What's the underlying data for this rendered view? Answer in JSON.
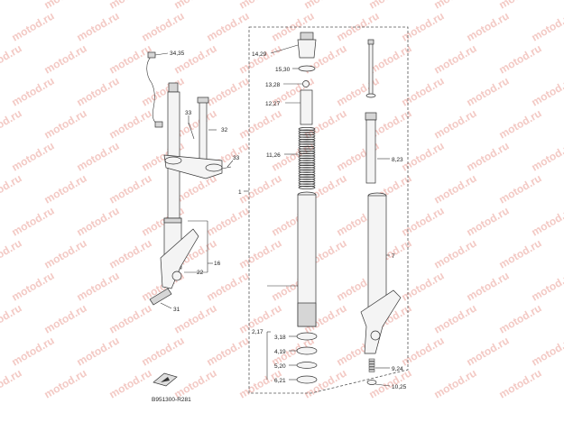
{
  "watermark": "motod.ru",
  "diagram_code": "B951300-R281",
  "callouts": {
    "c34_35": "34,35",
    "c33a": "33",
    "c32": "32",
    "c33b": "33",
    "c1": "1",
    "c22": "22",
    "c16": "16",
    "c31": "31",
    "c14_29": "14,29",
    "c15_30": "15,30",
    "c13_28": "13,28",
    "c12_27": "12,27",
    "c11_26": "11,26",
    "c8_23": "8,23",
    "c7": "7",
    "c2_17": "2,17",
    "c3_18": "3,18",
    "c4_19": "4,19",
    "c5_20": "5,20",
    "c6_21": "6,21",
    "c9_24": "9,24",
    "c10_25": "10,25"
  }
}
